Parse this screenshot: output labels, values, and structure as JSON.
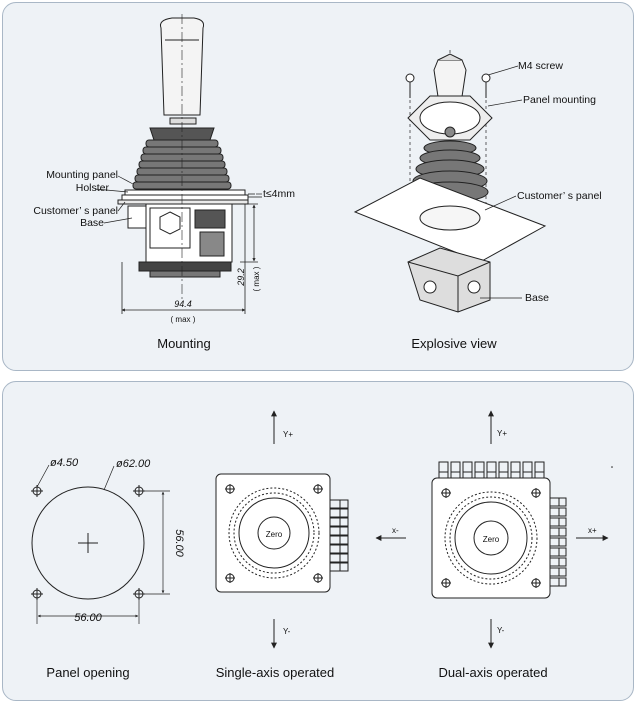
{
  "top_panel": {
    "mounting": {
      "caption": "Mounting",
      "callouts": {
        "mounting_panel": "Mounting panel",
        "holster": "Holster",
        "customers_panel": "Customer’ s panel",
        "base": "Base",
        "thickness": "t≤4mm"
      },
      "dims": {
        "width": "94.4",
        "width_note": "( max )",
        "depth": "29.2",
        "depth_note": "( max )"
      }
    },
    "explosive": {
      "caption": "Explosive view",
      "callouts": {
        "m4_screw": "M4 screw",
        "panel_mounting": "Panel mounting",
        "customers_panel": "Customer’ s panel",
        "base": "Base"
      }
    }
  },
  "bottom_panel": {
    "panel_opening": {
      "caption": "Panel opening",
      "dims": {
        "hole_dia": "ø4.50",
        "cut_dia": "ø62.00",
        "vertical": "56.00",
        "horizontal": "56.00"
      }
    },
    "single_axis": {
      "caption": "Single-axis operated",
      "center_label": "Zero",
      "y_plus": "Y+",
      "y_minus": "Y-"
    },
    "dual_axis": {
      "caption": "Dual-axis operated",
      "center_label": "Zero",
      "y_plus": "Y+",
      "y_minus": "Y-",
      "x_plus": "x+",
      "x_minus": "x-"
    }
  },
  "colors": {
    "panel_bg": "#eef2f6",
    "panel_border": "#a9b7c6",
    "line": "#222222"
  }
}
